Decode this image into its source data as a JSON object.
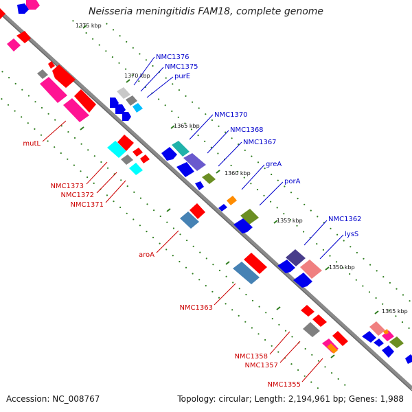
{
  "title": "Neisseria meningitidis FAM18, complete genome",
  "accession": "Accession: NC_008767",
  "topology": "Topology: circular; Length: 2,194,961 bp; Genes: 1,988",
  "colors": {
    "forward_label": "#0000cc",
    "reverse_label": "#cc0000",
    "backbone": "#808080",
    "tick": "#2e7d1e"
  },
  "ticks": [
    "1375 kbp",
    "1370 kbp",
    "1365 kbp",
    "1360 kbp",
    "1355 kbp",
    "1350 kbp",
    "1345 kbp"
  ],
  "forward_labels": [
    "NMC1376",
    "NMC1375",
    "purE",
    "NMC1370",
    "NMC1368",
    "NMC1367",
    "greA",
    "porA",
    "NMC1362",
    "lysS"
  ],
  "reverse_labels": [
    "mutL",
    "NMC1373",
    "NMC1372",
    "NMC1371",
    "aroA",
    "NMC1363",
    "NMC1358",
    "NMC1357",
    "NMC1355"
  ]
}
